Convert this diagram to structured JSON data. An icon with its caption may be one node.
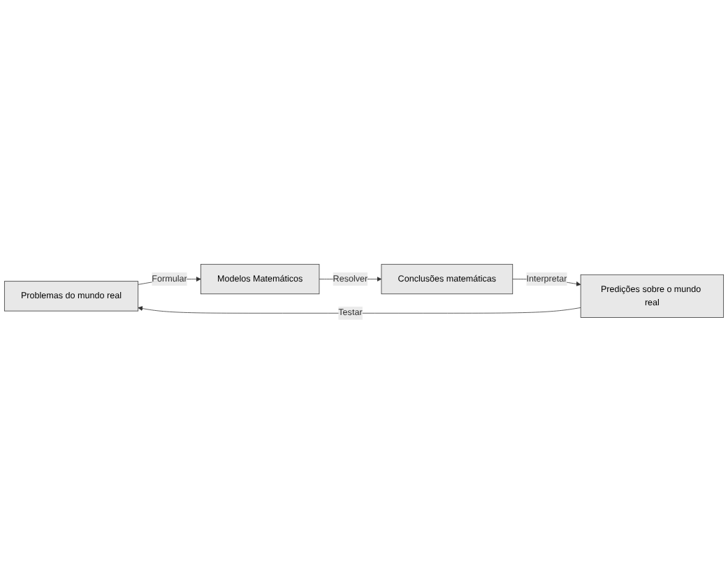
{
  "diagram": {
    "nodes": [
      {
        "text": [
          "Problemas do mundo real"
        ]
      },
      {
        "text": [
          "Modelos Matemáticos"
        ]
      },
      {
        "text": [
          "Conclusões matemáticas"
        ]
      },
      {
        "text": [
          "Predições sobre o mundo real"
        ]
      }
    ],
    "edges": [
      {
        "from": 0,
        "to": 1,
        "arrow": "to",
        "label": "Formular"
      },
      {
        "from": 1,
        "to": 2,
        "arrow": "to",
        "label": "Resolver"
      },
      {
        "from": 2,
        "to": 3,
        "arrow": "to",
        "label": "Interpretar"
      },
      {
        "from": 3,
        "to": 0,
        "arrow": "to",
        "label": "Testar"
      }
    ]
  }
}
